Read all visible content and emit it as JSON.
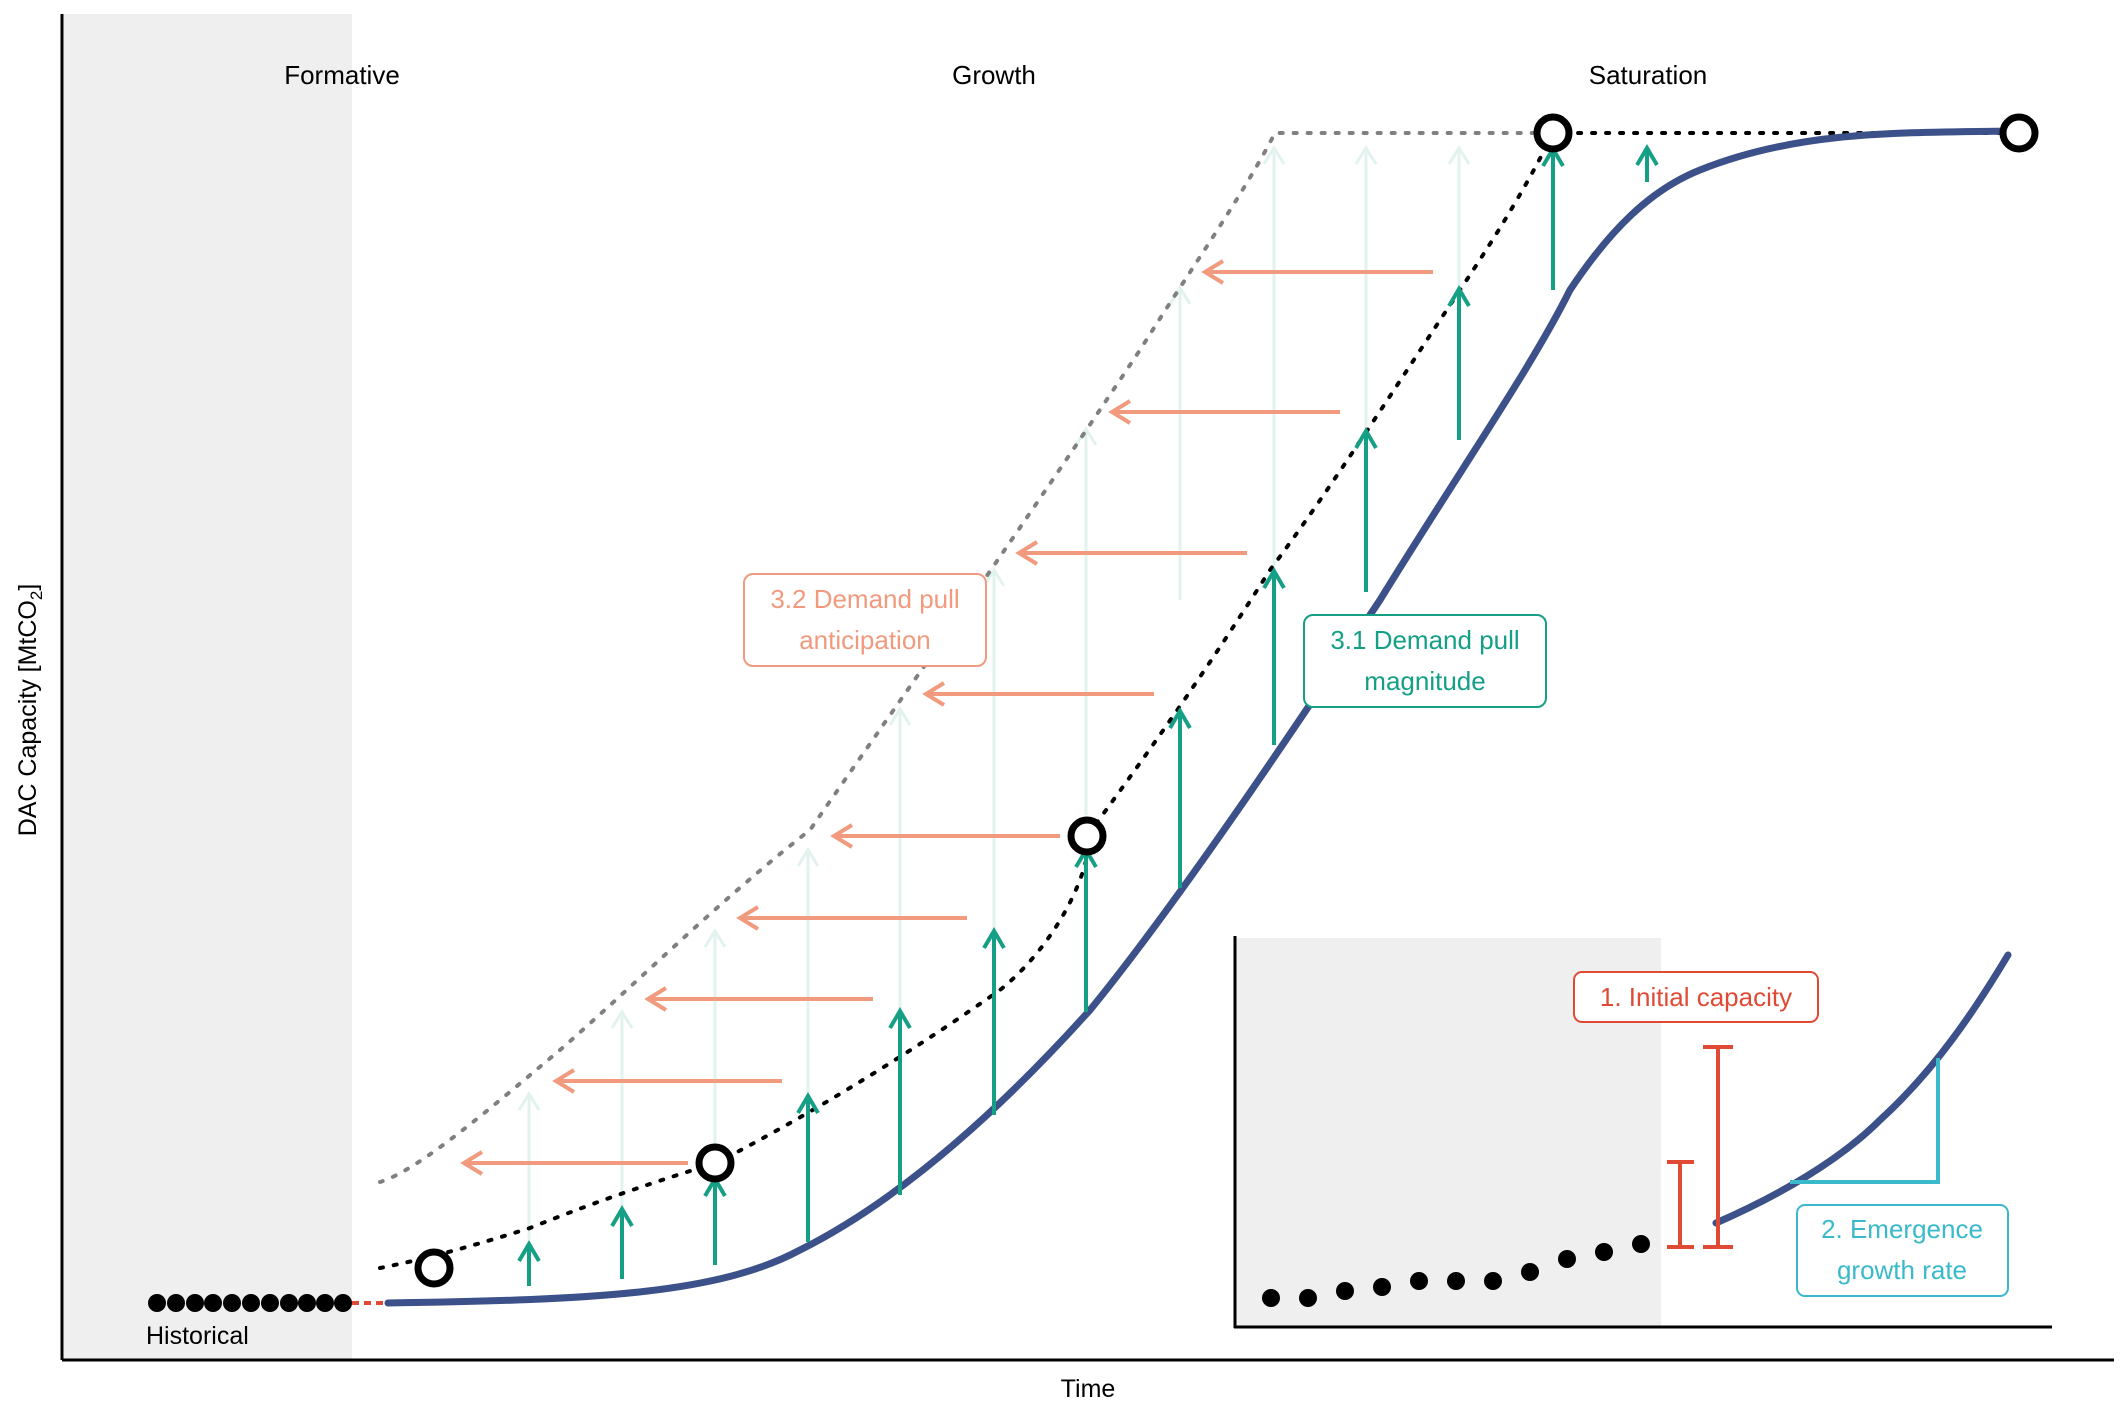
{
  "axes": {
    "y_label_prefix": "DAC Capacity [MtCO",
    "y_label_subscript": "2",
    "y_label_suffix": "]",
    "x_label": "Time"
  },
  "phases": {
    "formative": "Formative",
    "growth": "Growth",
    "saturation": "Saturation"
  },
  "historical_label": "Historical",
  "annotations": {
    "anticipation_line1": "3.2 Demand pull",
    "anticipation_line2": "anticipation",
    "magnitude_line1": "3.1 Demand pull",
    "magnitude_line2": "magnitude",
    "initial_capacity": "1. Initial capacity",
    "emergence_line1": "2. Emergence",
    "emergence_line2": "growth rate"
  },
  "colors": {
    "main_curve": "#3c5089",
    "magnitude": "#15a086",
    "magnitude_faint": "#e2f3ef",
    "anticipation": "#f19a7e",
    "initial_capacity": "#e04a35",
    "emergence": "#3ab9cb",
    "shade": "#efefef",
    "dotted_grey": "#808080",
    "ink": "#000000"
  }
}
